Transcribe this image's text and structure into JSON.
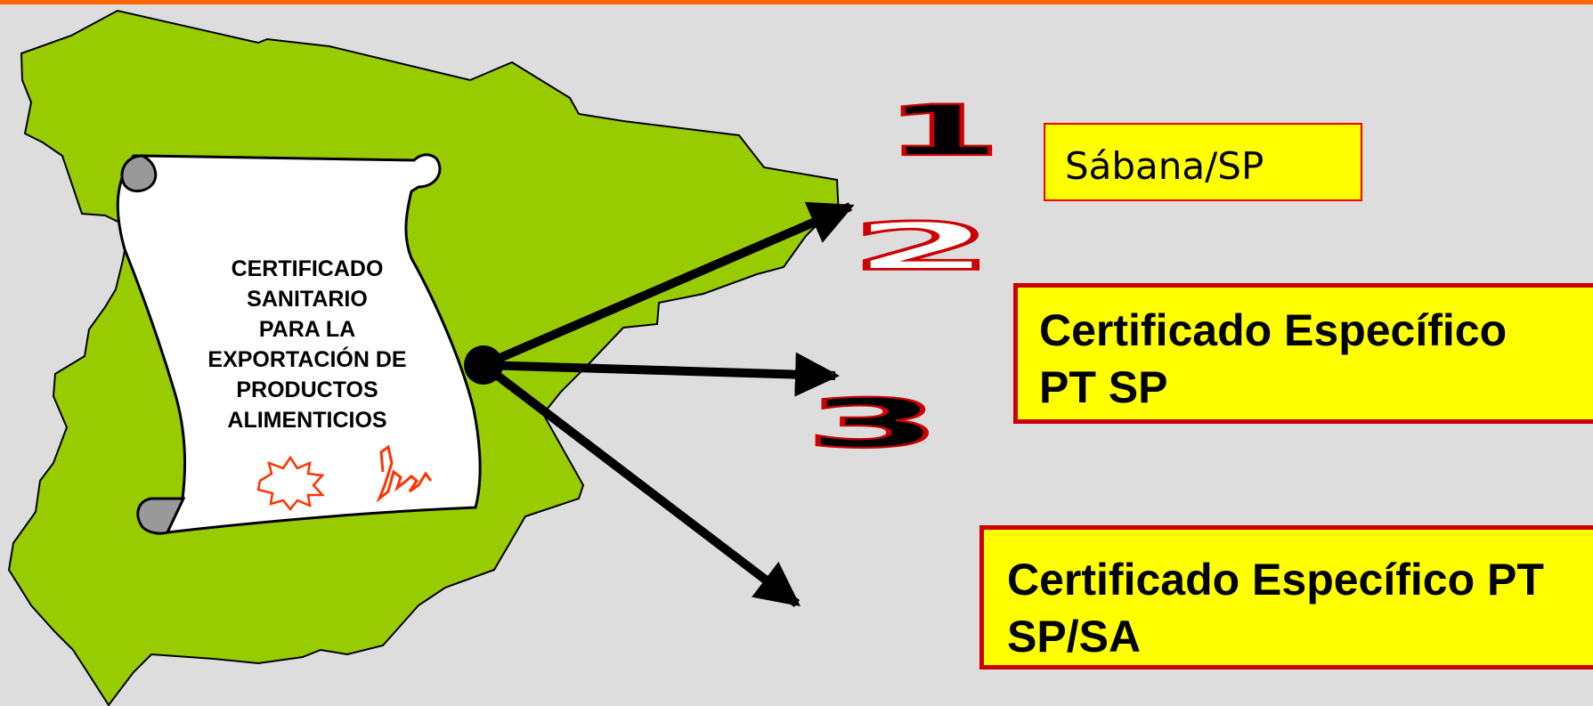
{
  "certificate": {
    "lines": [
      "CERTIFICADO",
      "SANITARIO",
      "PARA LA",
      "EXPORTACIÓN DE",
      "PRODUCTOS",
      "ALIMENTICIOS"
    ]
  },
  "options": [
    {
      "number": "1",
      "label": "Sábana/SP"
    },
    {
      "number": "2",
      "label_line1": "Certificado Específico",
      "label_line2": "PT SP"
    },
    {
      "number": "3",
      "label_line1": "Certificado Específico PT",
      "label_line2": "SP/SA"
    }
  ],
  "colors": {
    "background": "#dddddd",
    "top_line": "#ff6600",
    "map_fill": "#99cc00",
    "scroll_fill": "#ffffff",
    "box_fill": "#ffff00",
    "box_border": "#cc0000",
    "number_border": "#cc0000",
    "stamp": "#ff3300"
  },
  "icons": {
    "map": "spain-map-shape",
    "document": "scroll-document",
    "stamp": "seal-stamp",
    "signature": "handwritten-signature"
  }
}
